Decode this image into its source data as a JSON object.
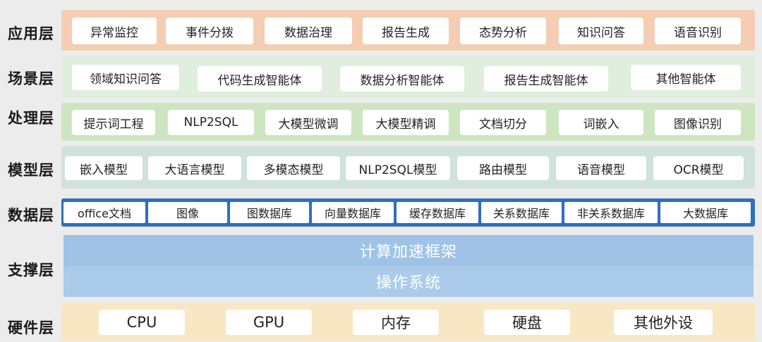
{
  "layers": {
    "application": {
      "label": "应用层",
      "items": [
        "异常监控",
        "事件分拨",
        "数据治理",
        "报告生成",
        "态势分析",
        "知识问答",
        "语音识别"
      ]
    },
    "scenario": {
      "label": "场景层",
      "items": [
        "领域知识问答",
        "代码生成智能体",
        "数据分析智能体",
        "报告生成智能体",
        "其他智能体"
      ]
    },
    "processing": {
      "label": "处理层",
      "items": [
        "提示词工程",
        "NLP2SQL",
        "大模型微调",
        "大模型精调",
        "文档切分",
        "词嵌入",
        "图像识别"
      ]
    },
    "model": {
      "label": "模型层",
      "items": [
        "嵌入模型",
        "大语言模型",
        "多模态模型",
        "NLP2SQL模型",
        "路由模型",
        "语音模型",
        "OCR模型"
      ]
    },
    "data": {
      "label": "数据层",
      "items": [
        "office文档",
        "图像",
        "图数据库",
        "向量数据库",
        "缓存数据库",
        "关系数据库",
        "非关系数据库",
        "大数据库"
      ]
    },
    "support": {
      "label": "支撑层",
      "items": [
        "计算加速框架",
        "操作系统"
      ]
    },
    "hardware": {
      "label": "硬件层",
      "items": [
        "CPU",
        "GPU",
        "内存",
        "硬盘",
        "其他外设"
      ]
    }
  },
  "colors": {
    "application": "#f5cdb2",
    "scenario": "#dfeedd",
    "processing": "#cde6c0",
    "model": "#cfe2dc",
    "data": "#2f6fbd",
    "support_top": "#9ec3e6",
    "support_bottom": "#aacbea",
    "hardware": "#f8e7c2"
  }
}
